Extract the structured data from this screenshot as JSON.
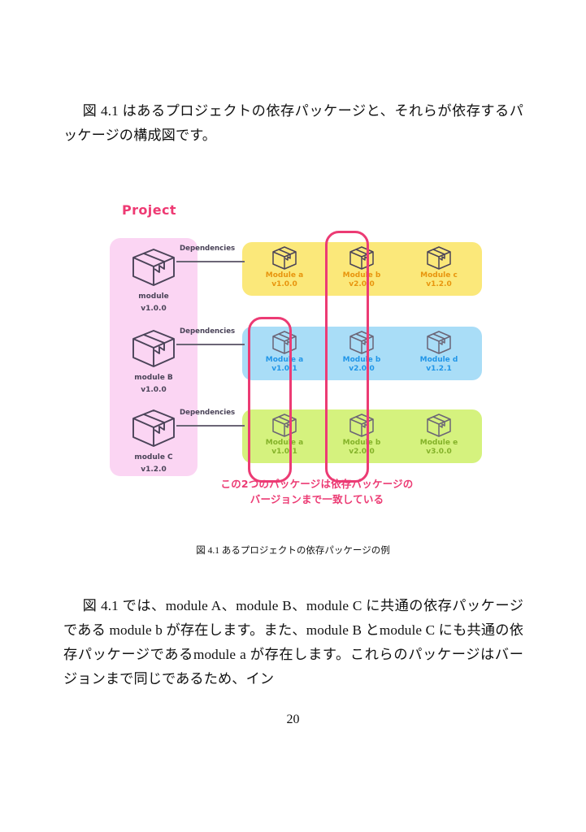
{
  "document": {
    "page_number": "20",
    "paragraph_top": "図 4.1 はあるプロジェクトの依存パッケージと、それらが依存するパッケージの構成図です。",
    "paragraph_bottom": "図 4.1 では、module A、module B、module C に共通の依存パッケージである module b が存在します。また、module B とmodule C にも共通の依存パッケージであるmodule a が存在します。これらのパッケージはバージョンまで同じであるため、イン",
    "figure_caption": "図 4.1 あるプロジェクトの依存パッケージの例"
  },
  "figure": {
    "title": "Project",
    "dependencies_label": "Dependencies",
    "annotation_line1": "この2つのパッケージは依存パッケージの",
    "annotation_line2": "バージョンまで一致している",
    "colors": {
      "project_panel": "#fbd5f3",
      "row_yellow": "#fbe87a",
      "row_blue": "#a9ddf7",
      "row_green": "#d5f27e",
      "accent_pink": "#ec3b74",
      "text_yellow_row": "#e8950e",
      "text_blue_row": "#2196e8",
      "text_green_row": "#84b229",
      "box_outline": "#4a4358"
    },
    "project_modules": [
      {
        "name": "module",
        "version": "v1.0.0"
      },
      {
        "name": "module B",
        "version": "v1.0.0"
      },
      {
        "name": "module C",
        "version": "v1.2.0"
      }
    ],
    "dependency_rows": [
      {
        "row_color": "#fbe87a",
        "packages": [
          {
            "name": "Module a",
            "version": "v1.0.0"
          },
          {
            "name": "Module b",
            "version": "v2.0.0"
          },
          {
            "name": "Module c",
            "version": "v1.2.0"
          }
        ]
      },
      {
        "row_color": "#a9ddf7",
        "packages": [
          {
            "name": "Module a",
            "version": "v1.0.1"
          },
          {
            "name": "Module b",
            "version": "v2.0.0"
          },
          {
            "name": "Module d",
            "version": "v1.2.1"
          }
        ]
      },
      {
        "row_color": "#d5f27e",
        "packages": [
          {
            "name": "Module a",
            "version": "v1.0.1"
          },
          {
            "name": "Module b",
            "version": "v2.0.0"
          },
          {
            "name": "Module e",
            "version": "v3.0.0"
          }
        ]
      }
    ],
    "highlights": [
      {
        "id": "module-b-column",
        "label": "Module b v2.0.0 across all rows"
      },
      {
        "id": "module-a-column",
        "label": "Module a v1.0.1 across blue and green rows"
      }
    ]
  }
}
